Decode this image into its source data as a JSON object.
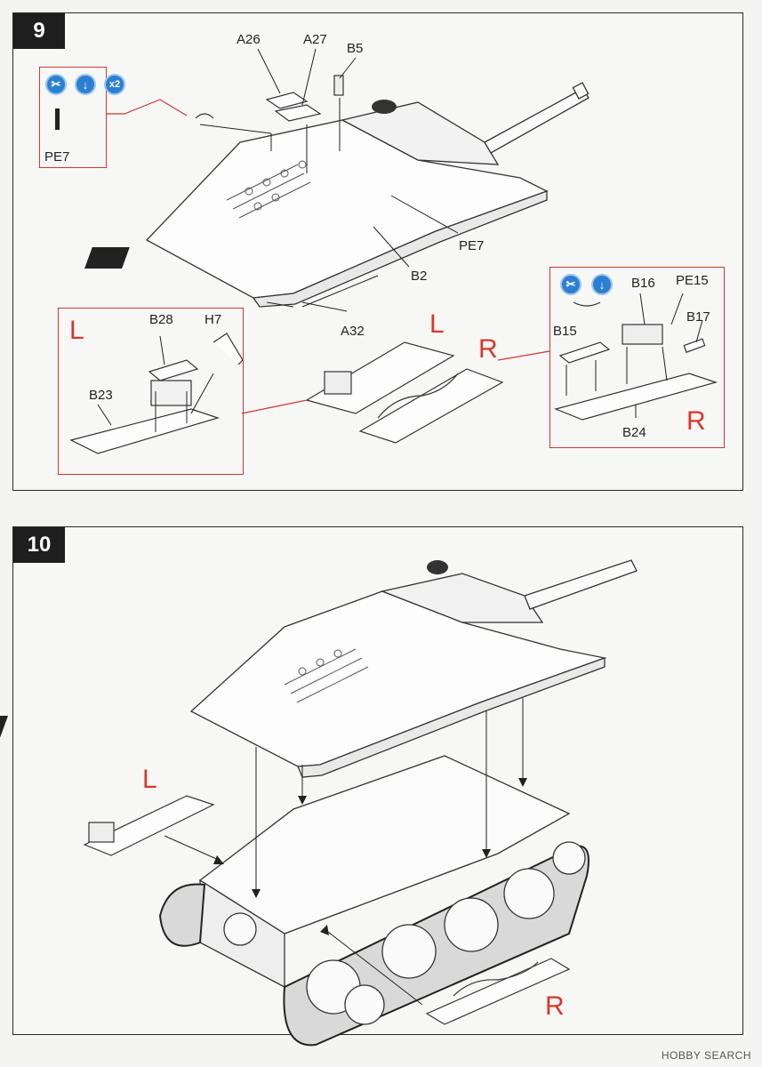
{
  "step9": {
    "number": "9",
    "labels": {
      "a26": "A26",
      "a27": "A27",
      "b5": "B5",
      "pe7_box": "PE7",
      "pe7_main": "PE7",
      "b2": "B2",
      "a32": "A32",
      "b28": "B28",
      "h7": "H7",
      "b23": "B23",
      "b16": "B16",
      "pe15": "PE15",
      "b17": "B17",
      "b15": "B15",
      "b24": "B24"
    },
    "side_marks": {
      "left_box": "L",
      "left_main": "L",
      "right_main": "R",
      "right_box": "R"
    },
    "icons": {
      "cut": "cut-icon",
      "bend": "bend-icon",
      "qty": "x2"
    }
  },
  "step10": {
    "number": "10",
    "side_marks": {
      "left": "L",
      "right": "R"
    }
  },
  "watermark": "HOBBY SEARCH",
  "colors": {
    "accent_red": "#d8382b",
    "icon_blue": "#2c7fd0",
    "line": "#2b2b2b"
  }
}
